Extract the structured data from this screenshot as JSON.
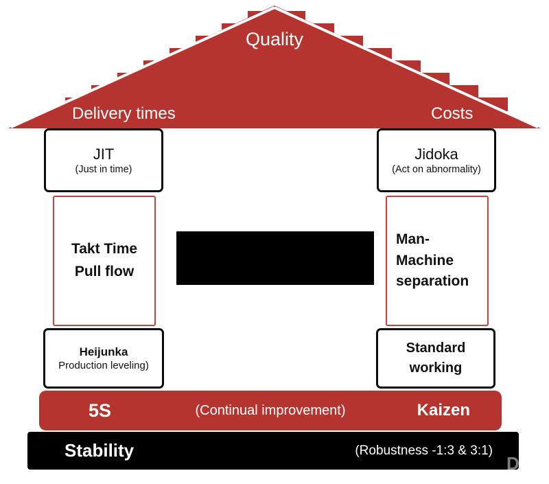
{
  "colors": {
    "roof_red": "#b5342f",
    "bar_red": "#b5342f",
    "box_border_red": "#c4423c",
    "box_border_black": "#0a0a0a",
    "foundation_black": "#000000",
    "text_white": "#ffffff"
  },
  "roof": {
    "quality": "Quality",
    "delivery_times": "Delivery times",
    "costs": "Costs"
  },
  "left_pillar": {
    "jit": {
      "title": "JIT",
      "subtitle": "(Just in time)"
    },
    "takt": {
      "line1": "Takt Time",
      "line2": "Pull flow"
    },
    "heijunka": {
      "title": "Heijunka",
      "subtitle": "Production leveling)"
    }
  },
  "right_pillar": {
    "jidoka": {
      "title": "Jidoka",
      "subtitle": "(Act on abnormality)"
    },
    "man_machine": {
      "line1": "Man-",
      "line2": "Machine",
      "line3": "separation"
    },
    "standard": {
      "label": "Standard working"
    }
  },
  "foundation": {
    "five_s": "5S",
    "continual": "(Continual improvement)",
    "kaizen": "Kaizen",
    "stability": "Stability",
    "robustness": "(Robustness -1:3 & 3:1)"
  },
  "watermark": "D"
}
